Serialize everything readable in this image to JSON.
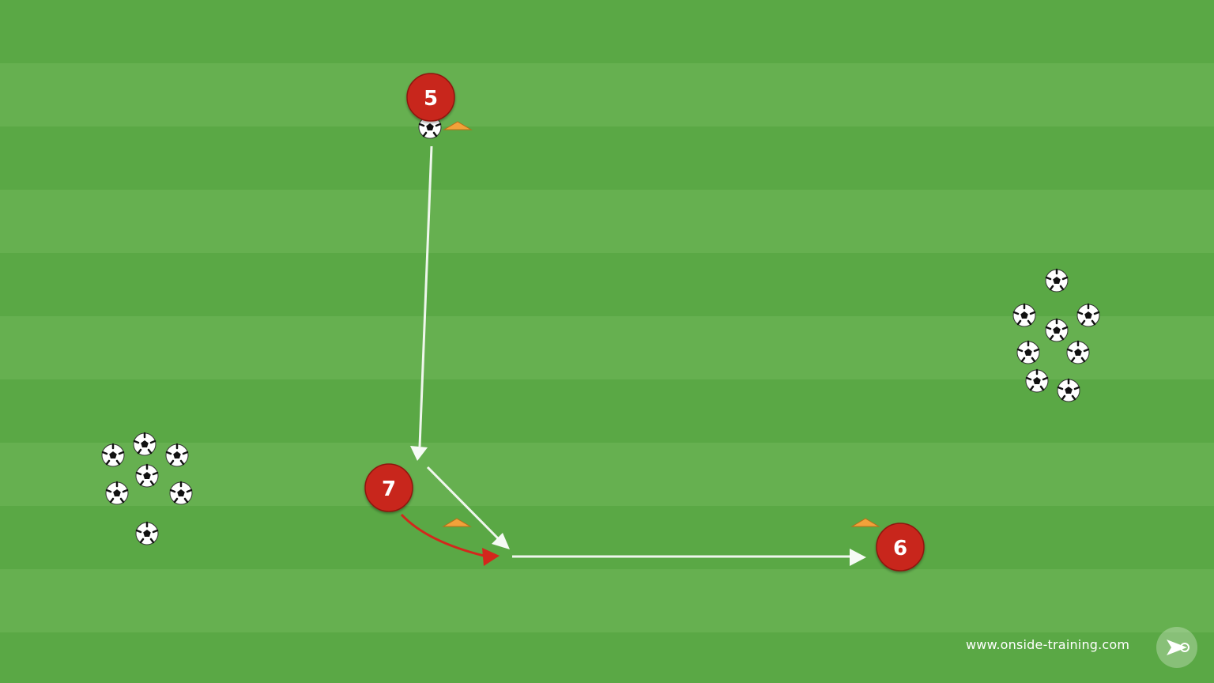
{
  "players": [
    {
      "id": "p5",
      "number": "5"
    },
    {
      "id": "p7",
      "number": "7"
    },
    {
      "id": "p6",
      "number": "6"
    }
  ],
  "watermark": {
    "text": "www.onside-training.com"
  },
  "colors": {
    "stripe_light": "#66b050",
    "stripe_dark": "#5aa845",
    "player": "#c8261d",
    "cone": "#f2a23a",
    "pass_arrow": "#ffffff",
    "run_arrow": "#d3271c"
  },
  "icons": {
    "ball": "soccer-ball-icon",
    "cone": "cone-icon",
    "logo": "onside-logo-icon"
  }
}
